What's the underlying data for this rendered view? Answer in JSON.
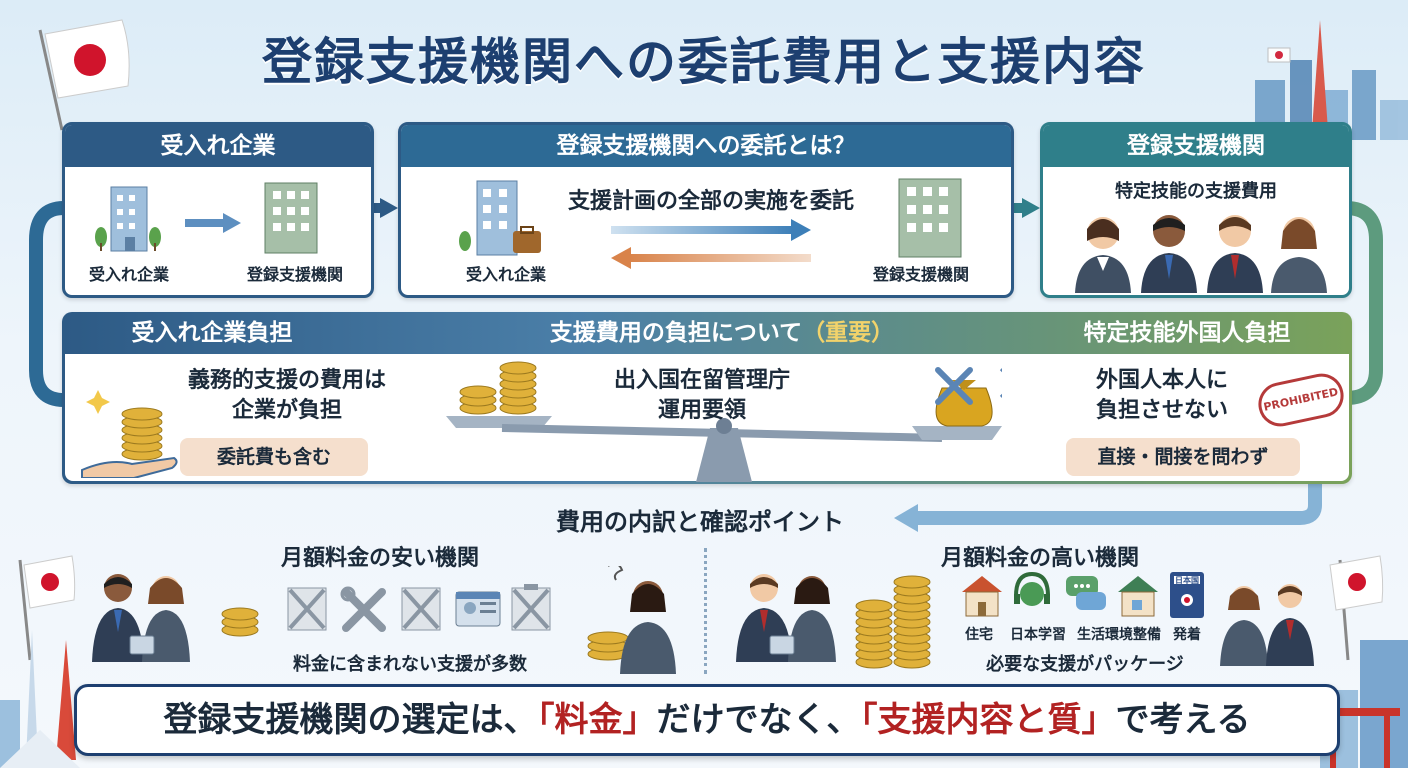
{
  "title": "登録支援機関への委託費用と支援内容",
  "panel_left": {
    "header": "受入れ企業",
    "from_label": "受入れ企業",
    "to_label": "登録支援機関"
  },
  "panel_center": {
    "header": "登録支援機関への委託とは？",
    "message": "支援計画の全部の実施を委託",
    "left_label": "受入れ企業",
    "right_label": "登録支援機関"
  },
  "panel_right": {
    "header": "登録支援機関",
    "subtitle": "特定技能の支援費用"
  },
  "burden": {
    "left_header": "受入れ企業負担",
    "center_header": "支援費用の負担について",
    "center_header_emph": "（重要）",
    "right_header": "特定技能外国人負担",
    "left_text_1": "義務的支援の費用は",
    "left_text_2": "企業が負担",
    "left_pill": "委託費も含む",
    "center_text_1": "出入国在留管理庁",
    "center_text_2": "運用要領",
    "right_text_1": "外国人本人に",
    "right_text_2": "負担させない",
    "right_pill": "直接・間接を問わず",
    "stamp": "PROHIBITED"
  },
  "breakdown": {
    "heading": "費用の内訳と確認ポイント",
    "low_title": "月額料金の安い機関",
    "low_caption": "料金に含まれない支援が多数",
    "high_title": "月額料金の高い機関",
    "high_caption": "必要な支援がパッケージ",
    "icons": [
      {
        "label": "住宅",
        "icon": "house-icon"
      },
      {
        "label": "日本学習",
        "icon": "headset-icon"
      },
      {
        "label": "生活環境整備",
        "icon": "chat-icon"
      },
      {
        "label": "発着",
        "icon": "passport-icon"
      }
    ],
    "passport_text": "日本国"
  },
  "conclusion": {
    "prefix": "登録支援機関の選定は、",
    "quote1": "「料金」",
    "middle": "だけでなく、",
    "quote2": "「支援内容と質」",
    "suffix": "で考える"
  },
  "colors": {
    "navy": "#1d3f70",
    "panel_blue": "#2d5a85",
    "teal": "#2f7f8a",
    "green": "#6f9a3a",
    "accent_red": "#b22222",
    "gold": "#d9a520"
  }
}
